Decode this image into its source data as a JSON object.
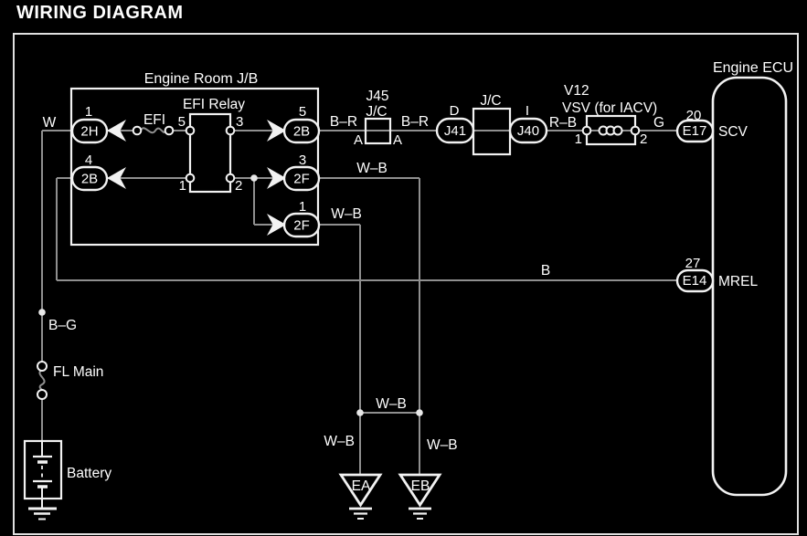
{
  "title": "WIRING DIAGRAM",
  "colors": {
    "background": "#000000",
    "wire": "#8f8f8f",
    "component": "#f2f2f2",
    "text": "#ffffff"
  },
  "jb": {
    "label": "Engine Room J/B",
    "fuse_label": "EFI",
    "relay": {
      "label": "EFI Relay",
      "pin_tl": "5",
      "pin_tr": "3",
      "pin_bl": "1",
      "pin_br": "2"
    },
    "connectors": {
      "c2h": {
        "pin": "1",
        "id": "2H"
      },
      "c2b_in": {
        "pin": "4",
        "id": "2B"
      },
      "c2b_out": {
        "pin": "5",
        "id": "2B"
      },
      "c2f_top": {
        "pin": "3",
        "id": "2F"
      },
      "c2f_bot": {
        "pin": "1",
        "id": "2F"
      }
    }
  },
  "jc1": {
    "code": "J45",
    "type": "J/C",
    "pin_left": "A",
    "pin_right": "A"
  },
  "j41": {
    "pin": "D",
    "id": "J41"
  },
  "jc2": {
    "type": "J/C"
  },
  "j40": {
    "pin": "I",
    "id": "J40"
  },
  "vsv": {
    "code": "V12",
    "name": "VSV (for IACV)",
    "pin_left": "1",
    "pin_right": "2"
  },
  "ecu": {
    "label": "Engine ECU",
    "scv": {
      "pin": "20",
      "terminal": "E17",
      "name": "SCV"
    },
    "mrel": {
      "pin": "27",
      "terminal": "E14",
      "name": "MREL"
    }
  },
  "battery": {
    "label": "Battery"
  },
  "fl_main": {
    "label": "FL Main"
  },
  "grounds": {
    "ea": "EA",
    "eb": "EB"
  },
  "wires": {
    "w": "W",
    "b_g": "B–G",
    "b_r1": "B–R",
    "b_r2": "B–R",
    "r_b": "R–B",
    "g": "G",
    "b": "B",
    "w_b_1": "W–B",
    "w_b_2": "W–B",
    "w_b_3": "W–B",
    "w_b_4": "W–B",
    "w_b_5": "W–B"
  }
}
